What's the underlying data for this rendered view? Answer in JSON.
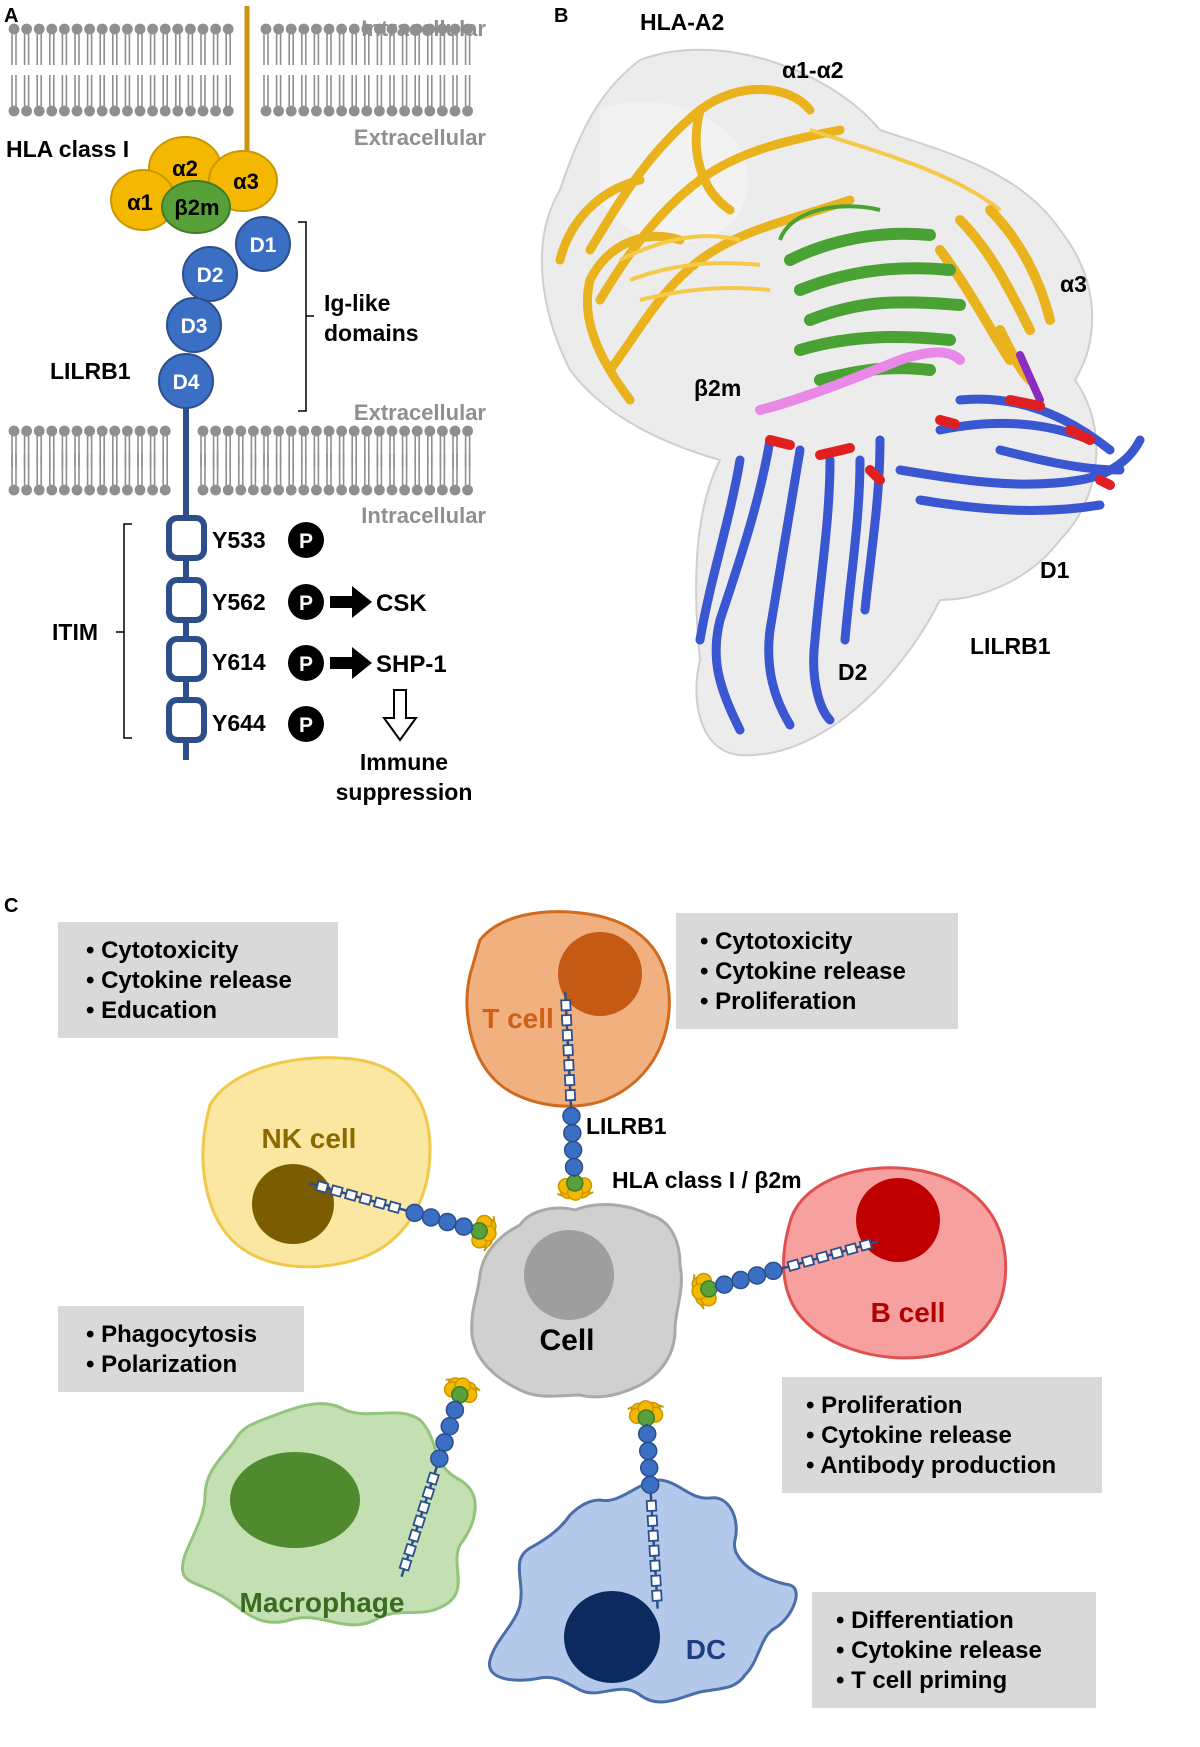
{
  "panelA": {
    "label": "A",
    "intracellular_top": "Intracellular",
    "extracellular_top": "Extracellular",
    "hla_label": "HLA class I",
    "alpha1": "α1",
    "alpha2": "α2",
    "alpha3": "α3",
    "b2m": "β2m",
    "d1": "D1",
    "d2": "D2",
    "d3": "D3",
    "d4": "D4",
    "ig_line1": "Ig-like",
    "ig_line2": "domains",
    "lilrb1": "LILRB1",
    "extracellular_mid": "Extracellular",
    "intracellular_mid": "Intracellular",
    "itim": "ITIM",
    "y533": "Y533",
    "y562": "Y562",
    "y614": "Y614",
    "y644": "Y644",
    "p": "P",
    "csk": "CSK",
    "shp1": "SHP-1",
    "immune1": "Immune",
    "immune2": "suppression"
  },
  "panelB": {
    "label": "B",
    "hla_a2": "HLA-A2",
    "a1a2": "α1-α2",
    "a3": "α3",
    "b2m": "β2m",
    "d1": "D1",
    "d2": "D2",
    "lilrb1": "LILRB1"
  },
  "panelC": {
    "label": "C",
    "center": "Cell",
    "tcell": "T cell",
    "nkcell": "NK cell",
    "bcell": "B cell",
    "macrophage": "Macrophage",
    "dc": "DC",
    "lilrb1": "LILRB1",
    "hla": "HLA class I / β2m",
    "nk_box": [
      "Cytotoxicity",
      "Cytokine release",
      "Education"
    ],
    "t_box": [
      "Cytotoxicity",
      "Cytokine release",
      "Proliferation"
    ],
    "mac_box": [
      "Phagocytosis",
      "Polarization"
    ],
    "b_box": [
      "Proliferation",
      "Cytokine release",
      "Antibody production"
    ],
    "dc_box": [
      "Differentiation",
      "Cytokine release",
      "T cell priming"
    ]
  },
  "colors": {
    "hla_yellow": "#f5b800",
    "b2m_green": "#58a13a",
    "lilrb1_blue": "#3b6fc4",
    "stalk_navy": "#2c4f8c",
    "membrane_grey": "#8f8f8f",
    "tcell": "#f1b07f",
    "nkcell": "#fbe7a1",
    "bcell": "#f7a0a0",
    "macrophage": "#c4dfb2",
    "dc": "#b4c9e9"
  }
}
